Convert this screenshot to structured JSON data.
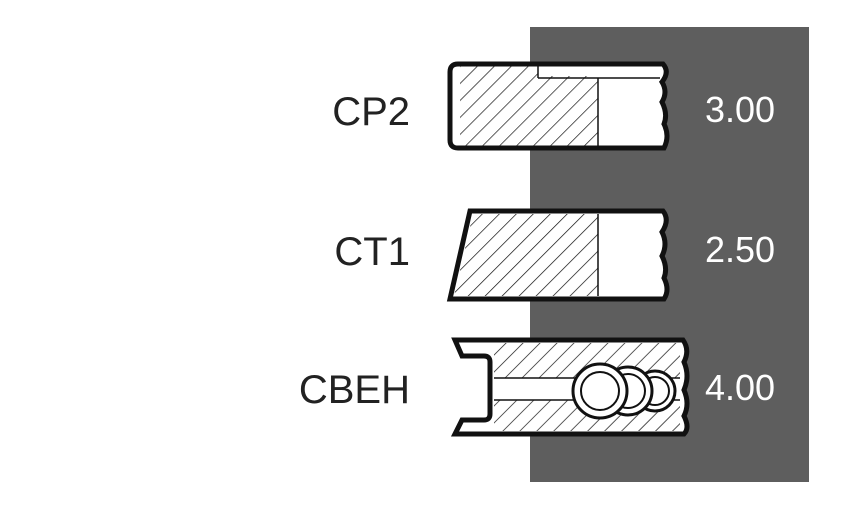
{
  "colors": {
    "panel": "#5e5e5e",
    "outline": "#111111",
    "label": "#222222",
    "value": "#ffffff"
  },
  "rings": [
    {
      "label": "CP2",
      "value": "3.00"
    },
    {
      "label": "CT1",
      "value": "2.50"
    },
    {
      "label": "CBEH",
      "value": "4.00"
    }
  ]
}
